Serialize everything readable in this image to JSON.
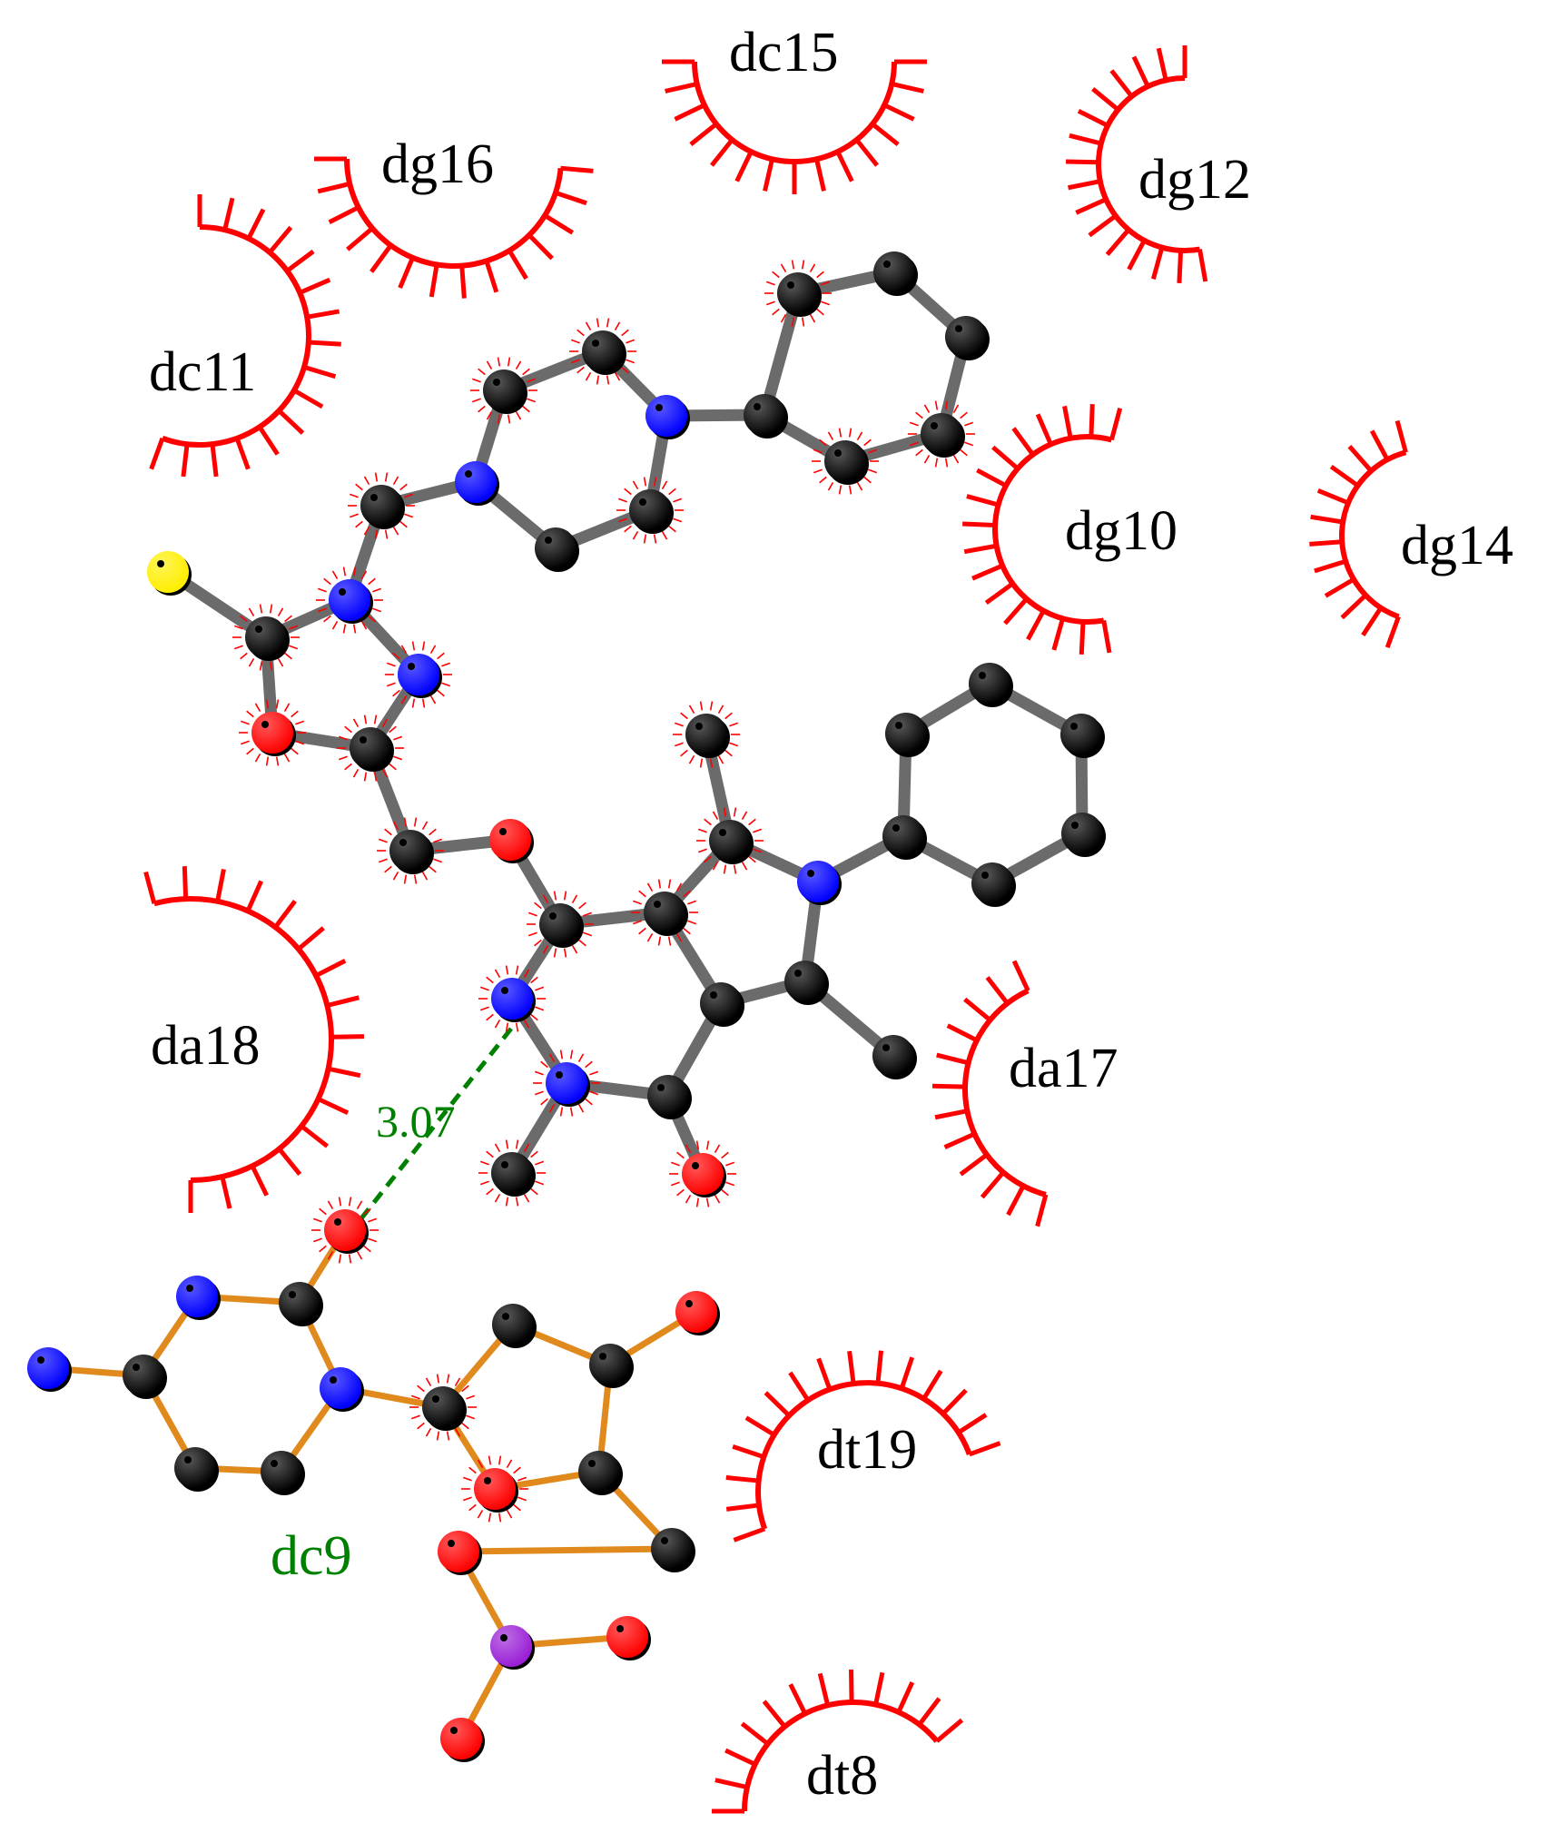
{
  "colors": {
    "ligand_bond": "#6b6b6b",
    "residue_bond": "#e08a1e",
    "hydrophobic": "#ff0000",
    "hbond": "#008000",
    "residue_label": "#000000",
    "hbond_residue_label": "#008000",
    "C": "#000000",
    "N": "#0000ff",
    "O": "#ff0000",
    "S": "#ffee00",
    "P": "#9a1fd6"
  },
  "hydrophobic_residues": [
    {
      "label": "dc15"
    },
    {
      "label": "dg16"
    },
    {
      "label": "dg12"
    },
    {
      "label": "dc11"
    },
    {
      "label": "dg10"
    },
    {
      "label": "dg14"
    },
    {
      "label": "da18"
    },
    {
      "label": "da17"
    },
    {
      "label": "dt19"
    },
    {
      "label": "dt8"
    }
  ],
  "hbond": {
    "distance": "3.07"
  },
  "bonded_residue": {
    "label": "dc9"
  }
}
